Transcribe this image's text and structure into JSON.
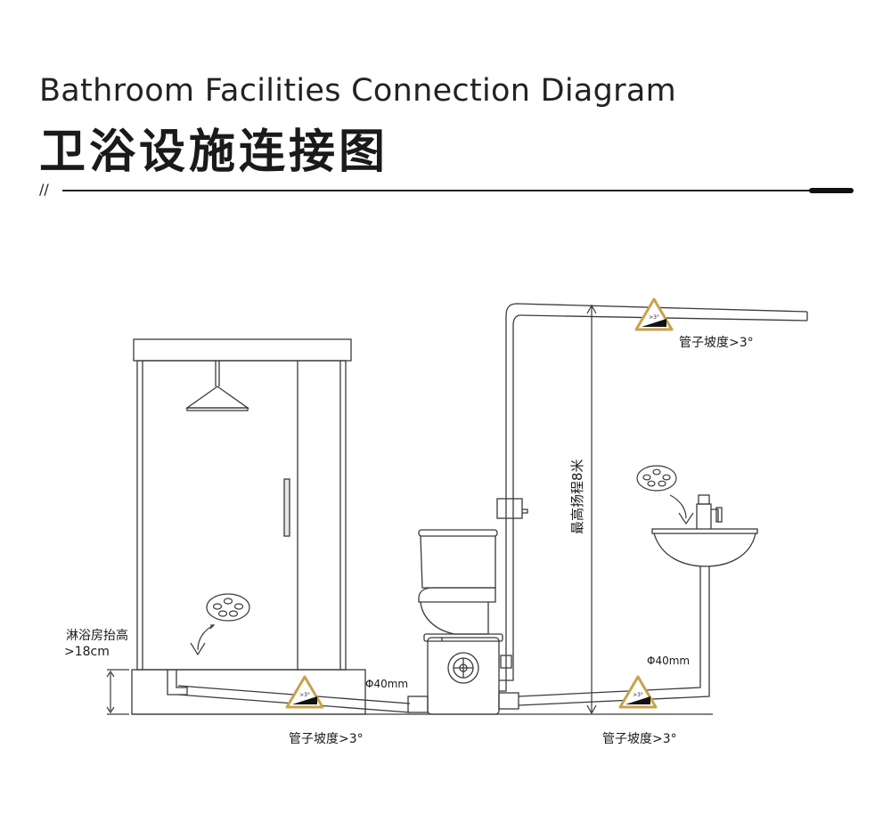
{
  "header": {
    "title_en": "Bathroom Facilities Connection Diagram",
    "title_cn": "卫浴设施连接图",
    "divider_mark": "//"
  },
  "labels": {
    "shower_raise_line1": "淋浴房抬高",
    "shower_raise_line2": ">18cm",
    "pipe_diameter_left": "Φ40mm",
    "pipe_diameter_right": "Φ40mm",
    "slope_top": "管子坡度>3°",
    "slope_bottom_left": "管子坡度>3°",
    "slope_bottom_right": "管子坡度>3°",
    "max_lift": "最高扬程8米",
    "slope_badge": ">3°"
  },
  "colors": {
    "line": "#3a3a3a",
    "badge_gold": "#c8a24a",
    "badge_fill": "#111111"
  }
}
